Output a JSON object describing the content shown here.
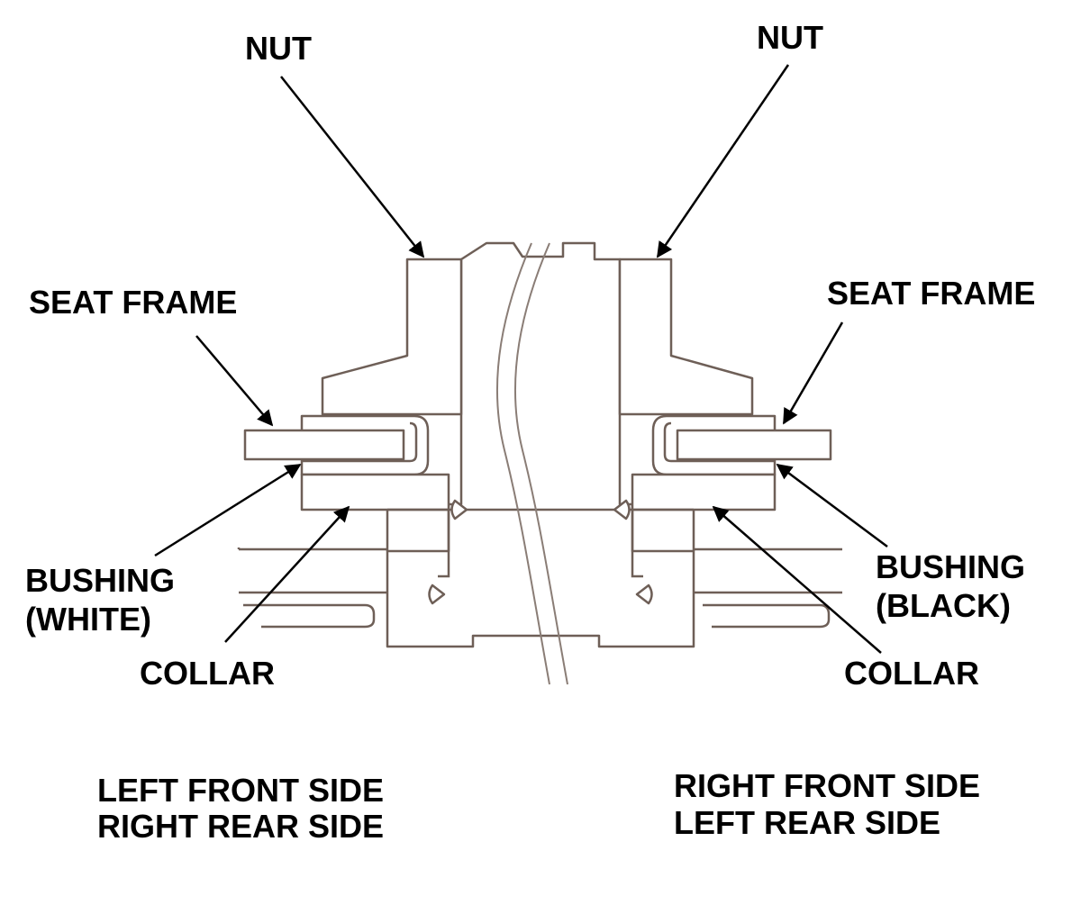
{
  "labels": {
    "nut_left": "NUT",
    "nut_right": "NUT",
    "seat_frame_left": "SEAT FRAME",
    "seat_frame_right": "SEAT FRAME",
    "bushing_white_line1": "BUSHING",
    "bushing_white_line2": "(WHITE)",
    "bushing_black_line1": "BUSHING",
    "bushing_black_line2": "(BLACK)",
    "collar_left": "COLLAR",
    "collar_right": "COLLAR"
  },
  "captions": {
    "left_line1": "LEFT FRONT SIDE",
    "left_line2": "RIGHT REAR SIDE",
    "right_line1": "RIGHT FRONT SIDE",
    "right_line2": "LEFT REAR SIDE"
  },
  "colors": {
    "drawing_line": "#6e5f57",
    "label_text": "#000000",
    "leader_arrow": "#000000"
  }
}
